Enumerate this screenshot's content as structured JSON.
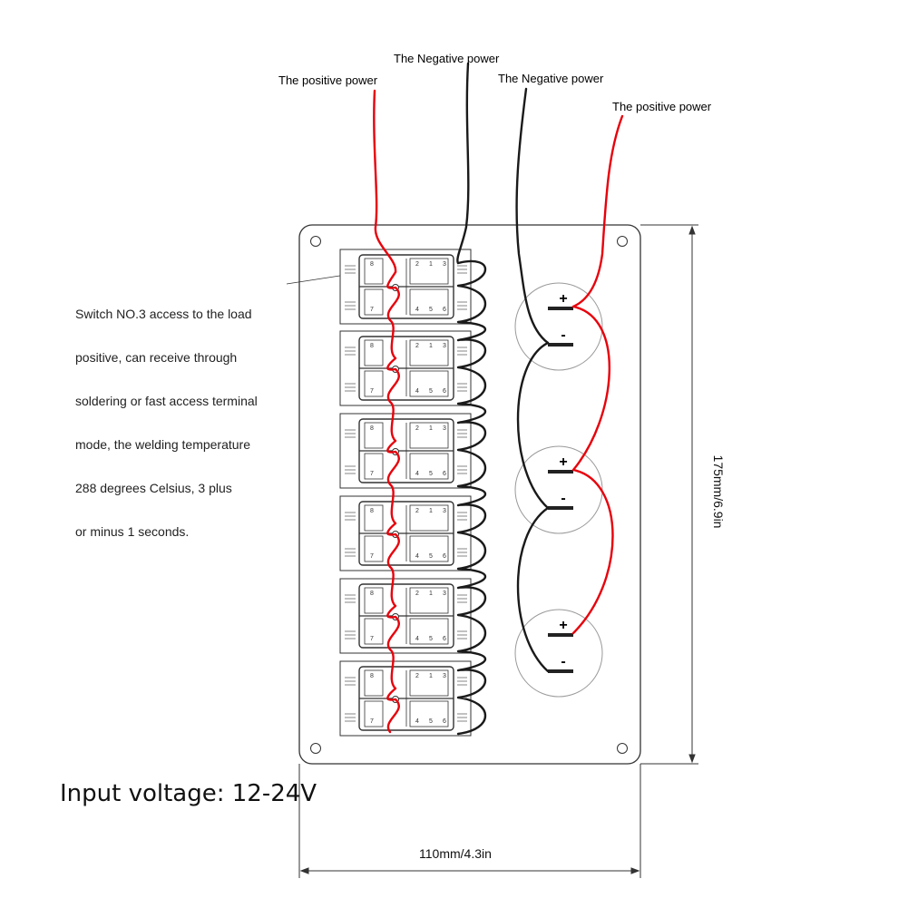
{
  "wire_labels": {
    "positive_left": "The positive power",
    "negative_left": "The Negative power",
    "negative_right": "The Negative power",
    "positive_right": "The positive power"
  },
  "note": {
    "lines": [
      "Switch NO.3 access to the load",
      "positive, can receive through",
      "soldering or fast access terminal",
      "mode, the welding temperature",
      "288 degrees Celsius, 3 plus",
      "or minus 1 seconds."
    ]
  },
  "input_voltage": "Input voltage: 12-24V",
  "dimensions": {
    "width": "110mm/4.3in",
    "height": "175mm/6.9in"
  },
  "switches": {
    "count": 6,
    "pin_labels": [
      "8",
      "2",
      "1",
      "3",
      "7",
      "4",
      "5",
      "6"
    ]
  },
  "sockets": {
    "count": 3,
    "plus_symbol": "+",
    "minus_symbol": "-"
  },
  "colors": {
    "positive_wire": "#e8000b",
    "negative_wire": "#1a1a1a",
    "outline": "#333333"
  }
}
